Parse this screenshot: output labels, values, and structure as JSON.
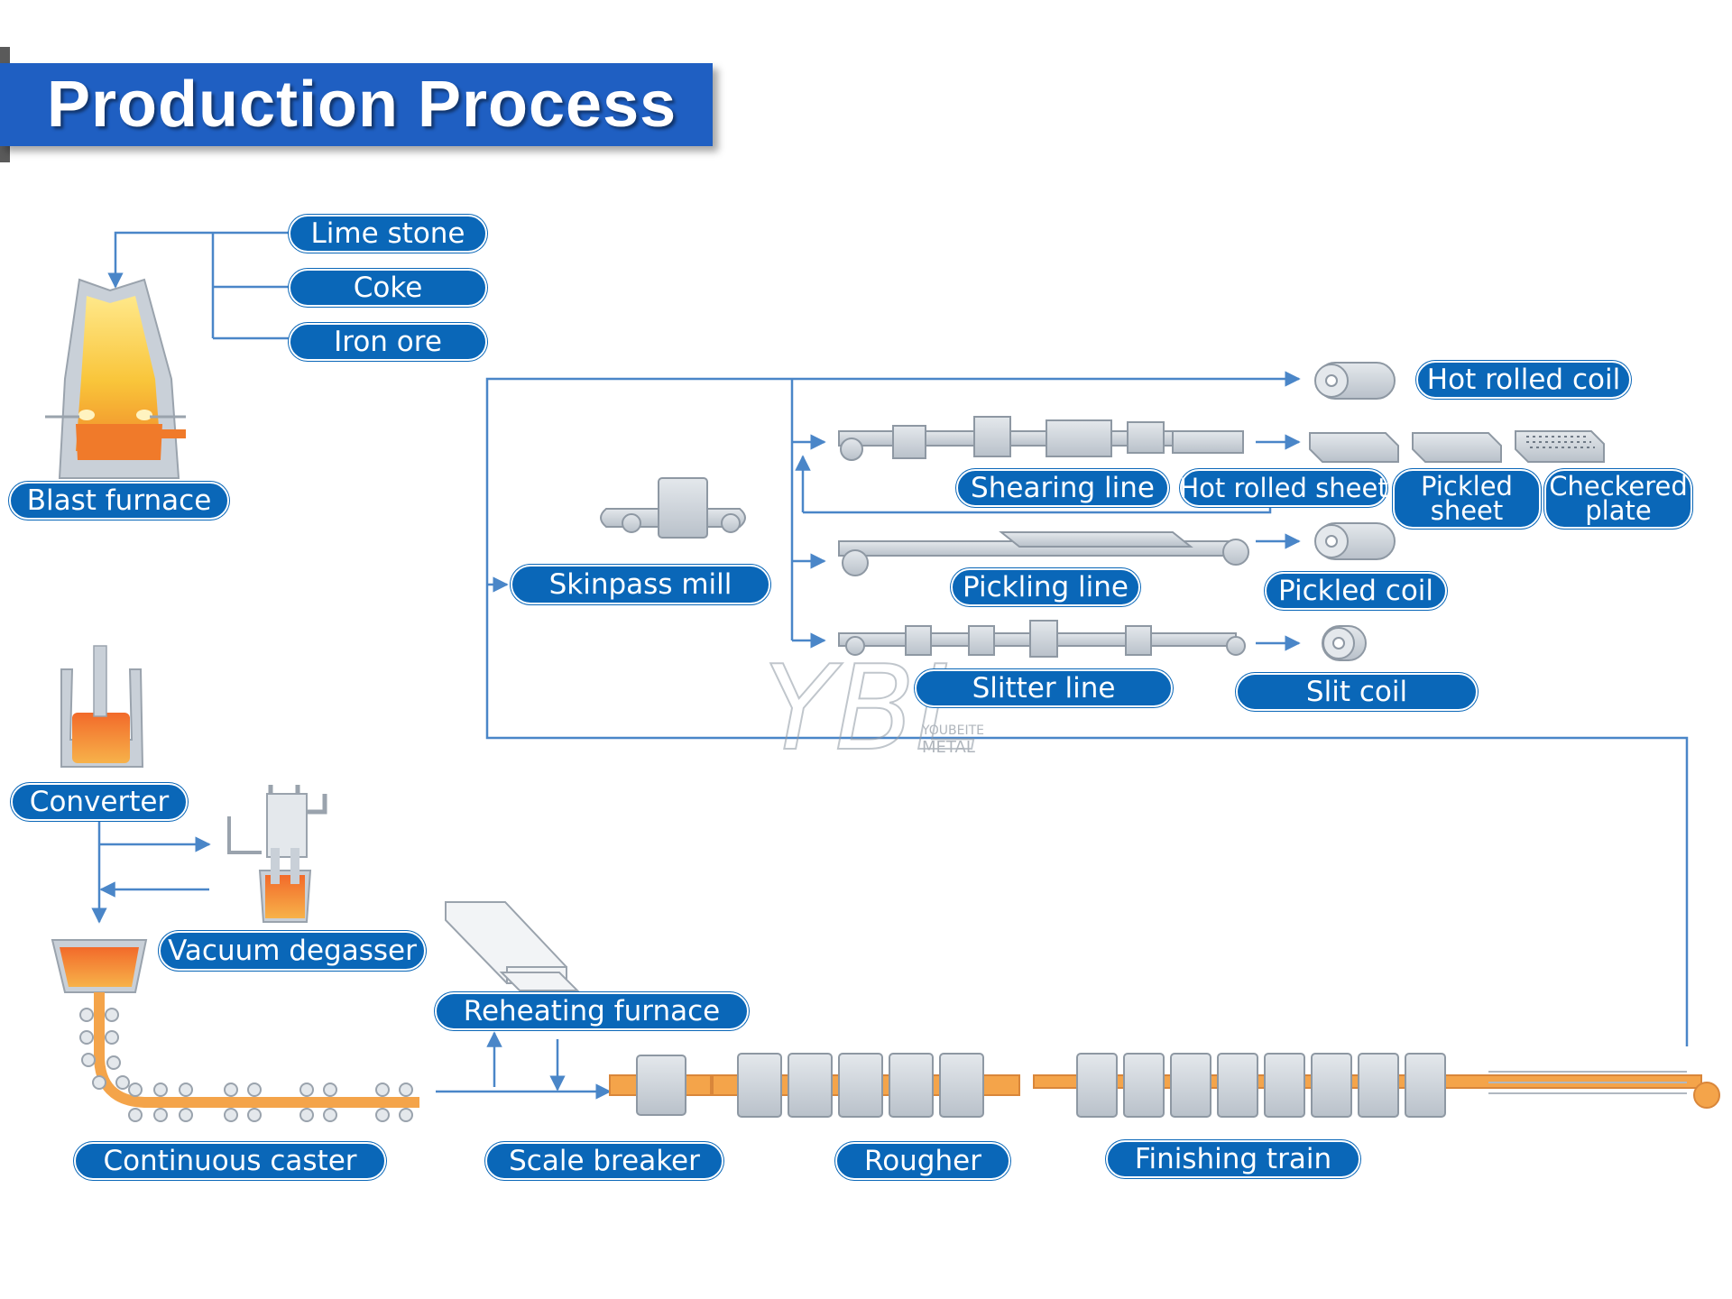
{
  "header": {
    "title": "Production Process"
  },
  "labels": {
    "lime_stone": "Lime stone",
    "coke": "Coke",
    "iron_ore": "Iron ore",
    "blast_furnace": "Blast furnace",
    "converter": "Converter",
    "vacuum_degasser": "Vacuum degasser",
    "continuous_caster": "Continuous caster",
    "reheating_furnace": "Reheating furnace",
    "scale_breaker": "Scale breaker",
    "rougher": "Rougher",
    "finishing_train": "Finishing train",
    "skinpass_mill": "Skinpass mill",
    "shearing_line": "Shearing line",
    "pickling_line": "Pickling line",
    "slitter_line": "Slitter line",
    "hot_rolled_coil": "Hot rolled coil",
    "hot_rolled_sheet": "Hot rolled sheet",
    "pickled_sheet": "Pickled sheet",
    "checkered_plate": "Checkered plate",
    "pickled_coil": "Pickled coil",
    "slit_coil": "Slit coil"
  },
  "watermark": {
    "mark": "YBL",
    "line1": "YOUBEITE",
    "line2": "METAL"
  },
  "colors": {
    "banner": "#1f5fc2",
    "pill": "#0a67b8",
    "flow_line": "#4a86c8",
    "hot_metal": "#f07a2a",
    "equipment_gray": "#c9d0d8"
  }
}
